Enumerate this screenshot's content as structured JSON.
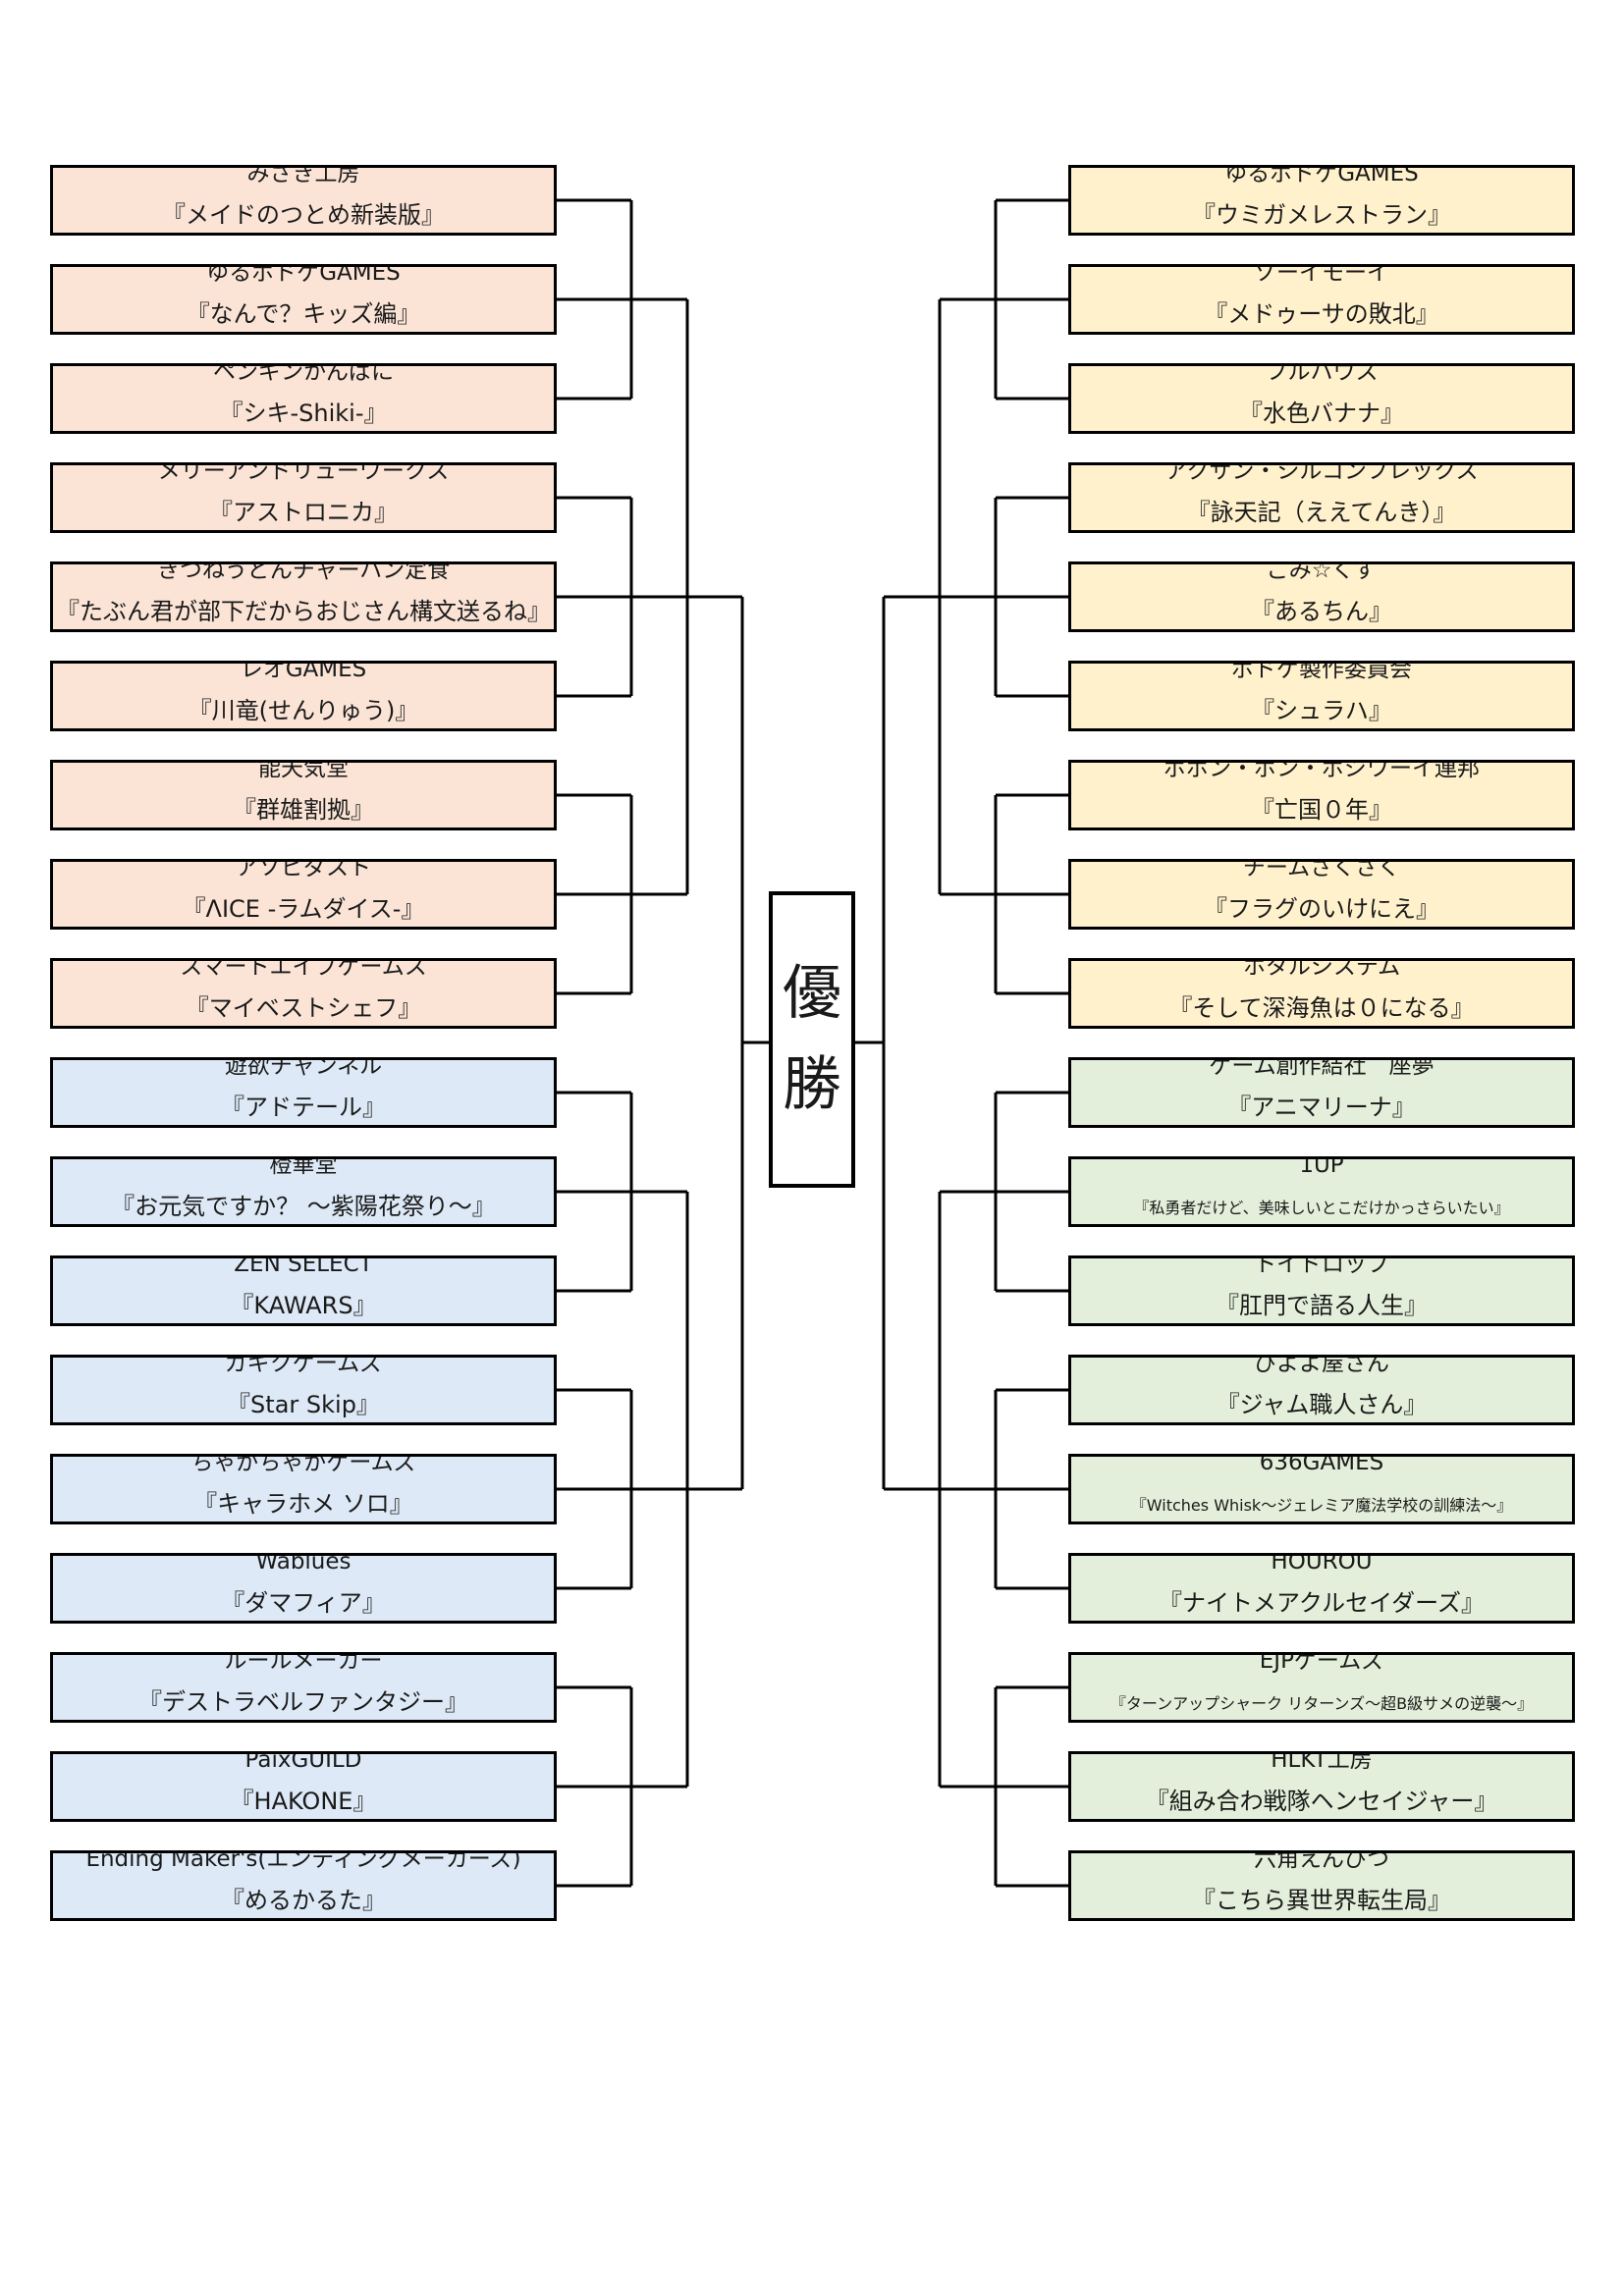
{
  "champion": [
    "優",
    "勝"
  ],
  "colors": {
    "pink": "#fbe4d6",
    "blue": "#dde9f6",
    "yellow": "#fff1cc",
    "green": "#e3efda",
    "line": "#000000"
  },
  "left_entries": [
    {
      "team": "みさき工房",
      "game": "『メイドのつとめ新装版』",
      "color": "pink"
    },
    {
      "team": "ゆるボドゲGAMES",
      "game": "『なんで？キッズ編』",
      "color": "pink"
    },
    {
      "team": "ペンギンかんぱに",
      "game": "『シキ-Shiki-』",
      "color": "pink"
    },
    {
      "team": "メリーアンドリューワークス",
      "game": "『アストロニカ』",
      "color": "pink"
    },
    {
      "team": "きつねうどんチャーハン定食",
      "game": "『たぶん君が部下だからおじさん構文送るね』",
      "color": "pink"
    },
    {
      "team": "レオGAMES",
      "game": "『川竜(せんりゅう)』",
      "color": "pink"
    },
    {
      "team": "能天気堂",
      "game": "『群雄割拠』",
      "color": "pink"
    },
    {
      "team": "アソビダスト",
      "game": "『ΛICE -ラムダイス-』",
      "color": "pink"
    },
    {
      "team": "スマートエイプゲームス",
      "game": "『マイベストシェフ』",
      "color": "pink"
    },
    {
      "team": "遊欲チャンネル",
      "game": "『アドテール』",
      "color": "blue"
    },
    {
      "team": "橙華堂",
      "game": "『お元気ですか？ ～紫陽花祭り～』",
      "color": "blue"
    },
    {
      "team": "ZEN SELECT",
      "game": "『KAWARS』",
      "color": "blue"
    },
    {
      "team": "ガギクゲームズ",
      "game": "『Star Skip』",
      "color": "blue"
    },
    {
      "team": "ちゃがちゃがゲームズ",
      "game": "『キャラホメ ソロ』",
      "color": "blue"
    },
    {
      "team": "Wablues",
      "game": "『ダマフィア』",
      "color": "blue"
    },
    {
      "team": "ルールメーカー",
      "game": "『デストラベルファンタジー』",
      "color": "blue"
    },
    {
      "team": "PaixGUILD",
      "game": "『HAKONE』",
      "color": "blue"
    },
    {
      "team": "Ending Maker's(エンディングメーカーズ)",
      "game": "『めるかるた』",
      "color": "blue"
    }
  ],
  "right_entries": [
    {
      "team": "ゆるボドゲGAMES",
      "game": "『ウミガメレストラン』",
      "color": "yellow"
    },
    {
      "team": "ゾーイモーイ",
      "game": "『メドゥーサの敗北』",
      "color": "yellow"
    },
    {
      "team": "フルハウス",
      "game": "『水色バナナ』",
      "color": "yellow"
    },
    {
      "team": "アクサン・シルコンフレックス",
      "game": "『詠天記（ええてんき）』",
      "color": "yellow"
    },
    {
      "team": "ごみ☆くず",
      "game": "『あるちん』",
      "color": "yellow"
    },
    {
      "team": "ボドゲ製作委員会",
      "game": "『シュラハ』",
      "color": "yellow"
    },
    {
      "team": "ボボン・ボン・ボジワーイ連邦",
      "game": "『亡国０年』",
      "color": "yellow"
    },
    {
      "team": "チームさくさく",
      "game": "『フラグのいけにえ』",
      "color": "yellow"
    },
    {
      "team": "ホタルシステム",
      "game": "『そして深海魚は０になる』",
      "color": "yellow"
    },
    {
      "team": "ゲーム創作結社　座夢",
      "game": "『アニマリーナ』",
      "color": "green"
    },
    {
      "team": "1UP",
      "game": "『私勇者だけど、美味しいとこだけかっさらいたい』",
      "color": "green",
      "small": true
    },
    {
      "team": "トイドロップ",
      "game": "『肛門で語る人生』",
      "color": "green"
    },
    {
      "team": "ぴよよ屋さん",
      "game": "『ジャム職人さん』",
      "color": "green"
    },
    {
      "team": "636GAMES",
      "game": "『Witches Whisk～ジェレミア魔法学校の訓練法～』",
      "color": "green",
      "small": true
    },
    {
      "team": "HOUROU",
      "game": "『ナイトメアクルセイダーズ』",
      "color": "green"
    },
    {
      "team": "EJPゲームズ",
      "game": "『ターンアップシャーク リターンズ～超B級サメの逆襲～』",
      "color": "green",
      "small": true
    },
    {
      "team": "HLKT工房",
      "game": "『組み合わ戦隊ヘンセイジャー』",
      "color": "green"
    },
    {
      "team": "六角えんぴつ",
      "game": "『こちら異世界転生局』",
      "color": "green"
    }
  ]
}
